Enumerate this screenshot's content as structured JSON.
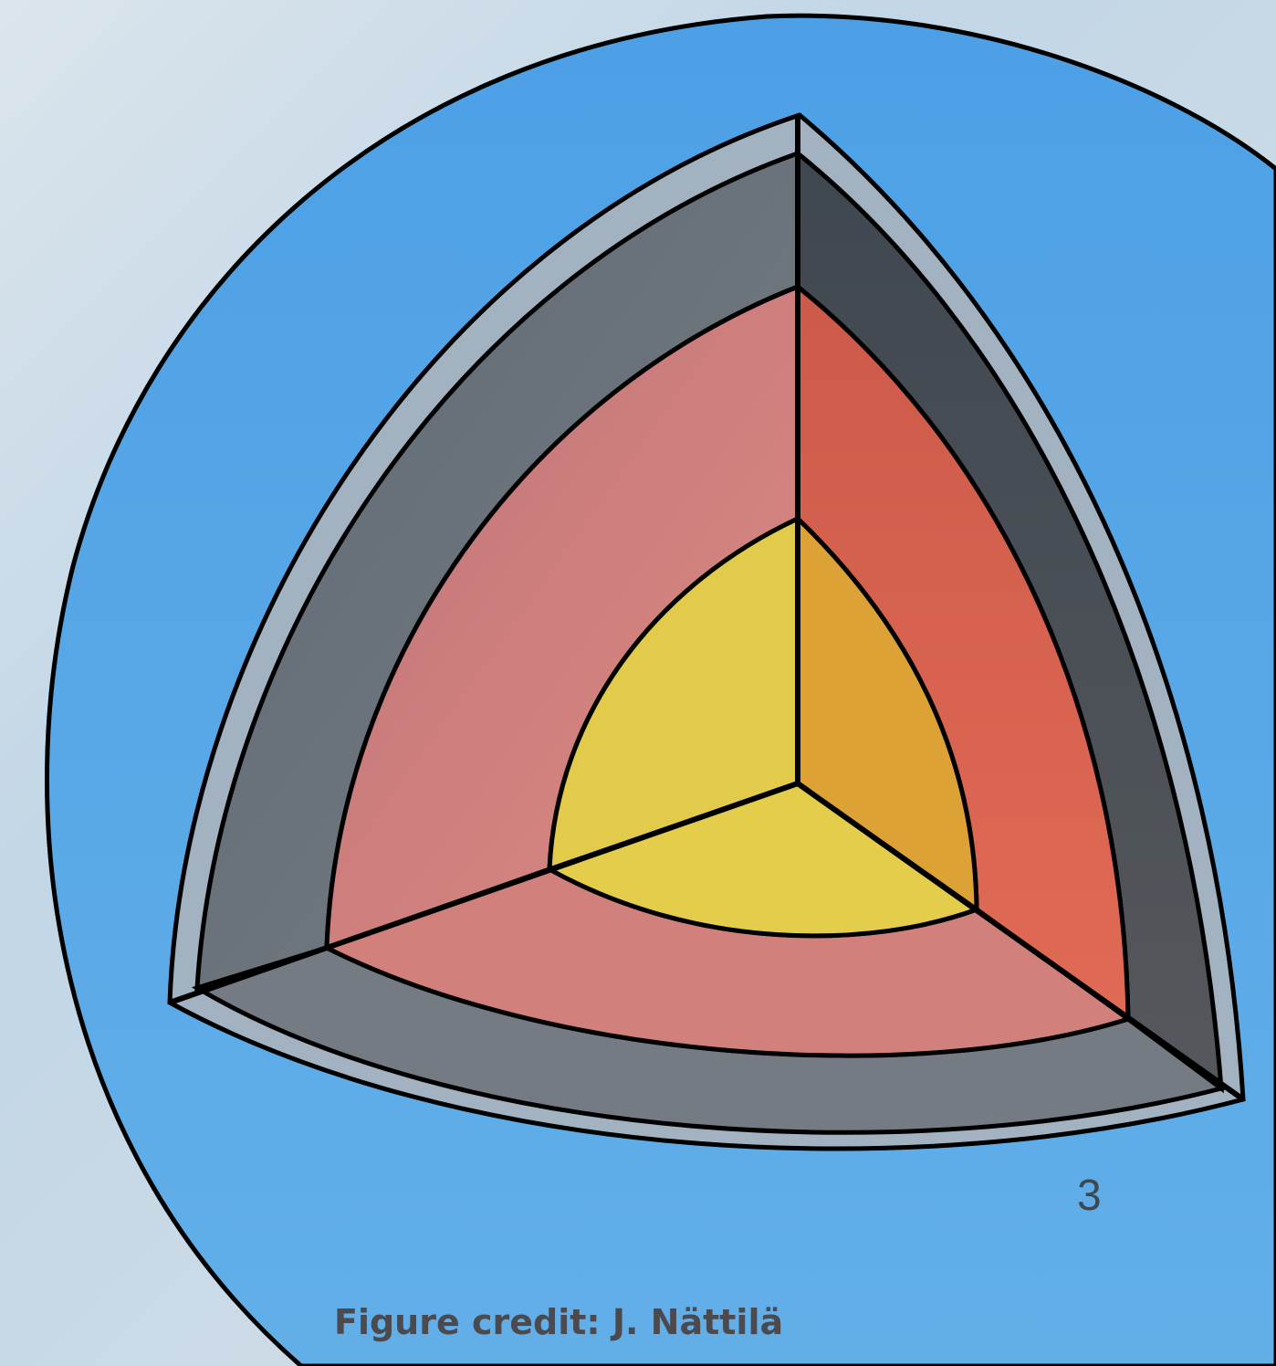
{
  "page_number": "3",
  "credit": "Figure credit: J. Nättilä",
  "colors": {
    "ocean": "#55a8e8",
    "crust": "#a3b2c0",
    "mantle_left": "#6a737c",
    "mantle_right": "#454c55",
    "outer_core_left": "#c97c80",
    "outer_core_right": "#d8604c",
    "inner_core_left": "#e2ca4a",
    "inner_core_right": "#dda235",
    "outline": "#000000"
  },
  "icons": {
    "diagram": "layered-sphere-cutaway"
  }
}
